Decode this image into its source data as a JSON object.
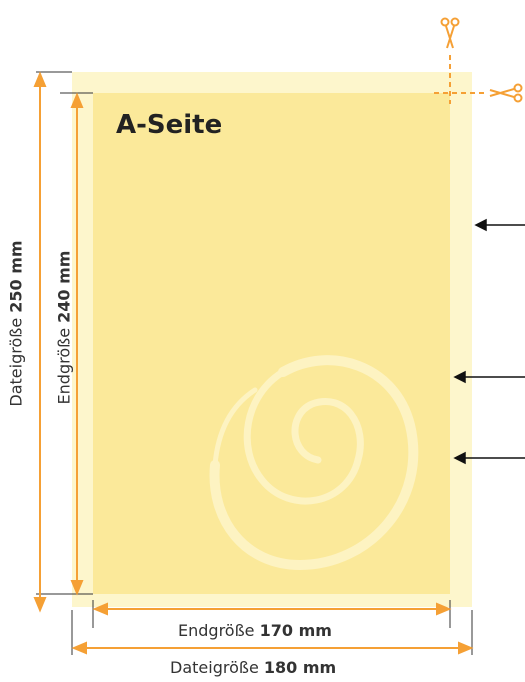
{
  "side_title": "A-Seite",
  "file_width": {
    "label": "Dateigröße",
    "value": "180 mm"
  },
  "final_width": {
    "label": "Endgröße",
    "value": "170 mm"
  },
  "file_height": {
    "label": "Dateigröße",
    "value": "250 mm"
  },
  "final_height": {
    "label": "Endgröße",
    "value": "240 mm"
  },
  "colors": {
    "bleed_area": "#fdf6cc",
    "final_area": "#fbe99a",
    "dimension_arrows": "#f5a035",
    "cut_marks": "#f5a035",
    "swirl": "#fdf3c2",
    "pointer_arrows": "#111111"
  },
  "icons": [
    "scissors-icon",
    "scissors-icon"
  ]
}
